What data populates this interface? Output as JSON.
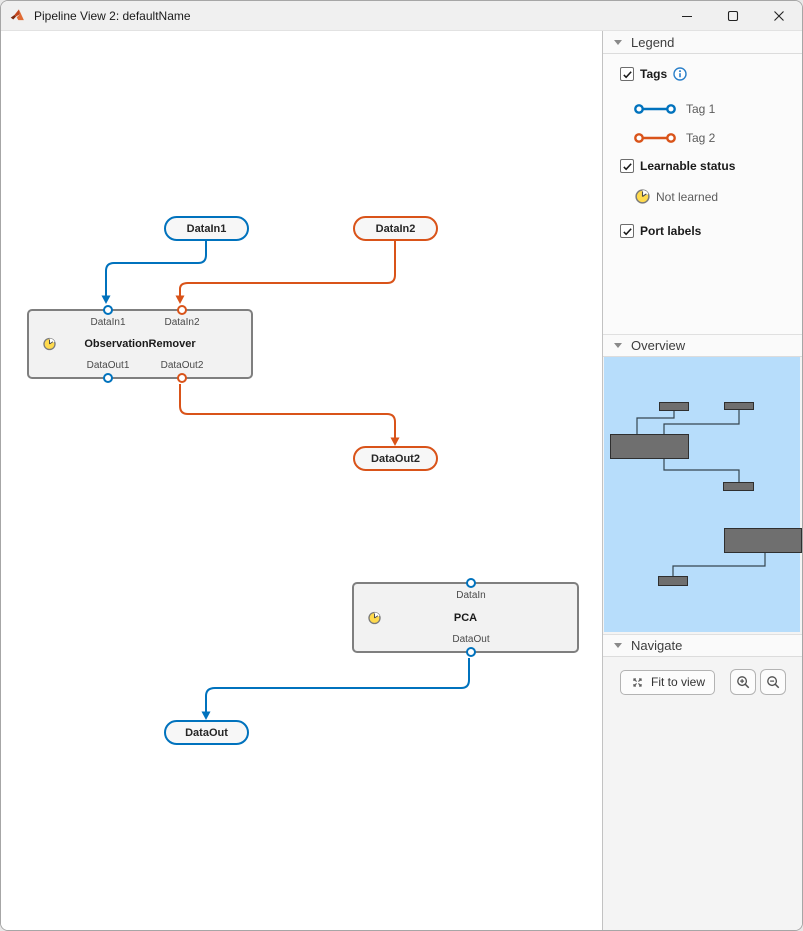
{
  "window": {
    "title": "Pipeline View 2: defaultName"
  },
  "titlebar_icons": {
    "app": "matlab-logo",
    "minimize": "minimize",
    "maximize": "maximize",
    "close": "close"
  },
  "pipeline": {
    "io_nodes": [
      {
        "label": "DataIn1",
        "tag": "Tag 1",
        "color": "#0072BD"
      },
      {
        "label": "DataIn2",
        "tag": "Tag 2",
        "color": "#D95319"
      },
      {
        "label": "DataOut2",
        "tag": "Tag 2",
        "color": "#D95319"
      },
      {
        "label": "DataOut",
        "tag": "Tag 1",
        "color": "#0072BD"
      }
    ],
    "blocks": [
      {
        "name": "ObservationRemover",
        "status": "Not learned",
        "inputs": [
          "DataIn1",
          "DataIn2"
        ],
        "outputs": [
          "DataOut1",
          "DataOut2"
        ]
      },
      {
        "name": "PCA",
        "status": "Not learned",
        "inputs": [
          "DataIn"
        ],
        "outputs": [
          "DataOut"
        ]
      }
    ],
    "connections": [
      {
        "from": "DataIn1",
        "to": "ObservationRemover.DataIn1",
        "tag": "Tag 1",
        "color": "#0072BD"
      },
      {
        "from": "DataIn2",
        "to": "ObservationRemover.DataIn2",
        "tag": "Tag 2",
        "color": "#D95319"
      },
      {
        "from": "ObservationRemover.DataOut2",
        "to": "DataOut2",
        "tag": "Tag 2",
        "color": "#D95319"
      },
      {
        "from": "PCA.DataOut",
        "to": "DataOut",
        "tag": "Tag 1",
        "color": "#0072BD"
      }
    ]
  },
  "sidebar": {
    "legend": {
      "title": "Legend",
      "tags": {
        "label": "Tags",
        "checked": true,
        "info_icon": "info-circle",
        "items": [
          {
            "label": "Tag 1",
            "color": "#0072BD"
          },
          {
            "label": "Tag 2",
            "color": "#D95319"
          }
        ]
      },
      "learnable": {
        "label": "Learnable status",
        "checked": true,
        "items": [
          {
            "label": "Not learned",
            "icon": "clock"
          }
        ]
      },
      "port_labels": {
        "label": "Port labels",
        "checked": true
      }
    },
    "overview": {
      "title": "Overview",
      "minimap_bg": "#B7DDFB"
    },
    "navigate": {
      "title": "Navigate",
      "fit_to_view": "Fit to view",
      "icons": {
        "fit": "fit-to-view",
        "zoom_in": "magnifier-plus",
        "zoom_out": "magnifier-minus"
      }
    }
  },
  "colors": {
    "tag1_blue": "#0072BD",
    "tag2_orange": "#D95319",
    "block_fill": "#F2F2F2",
    "block_border": "#7F7F7F",
    "minimap_block": "#6F6F6F",
    "not_learned_yellow": "#FFDA4D",
    "titlebar_bg": "#F0F0F0",
    "panel_bg": "#F4F4F4"
  }
}
